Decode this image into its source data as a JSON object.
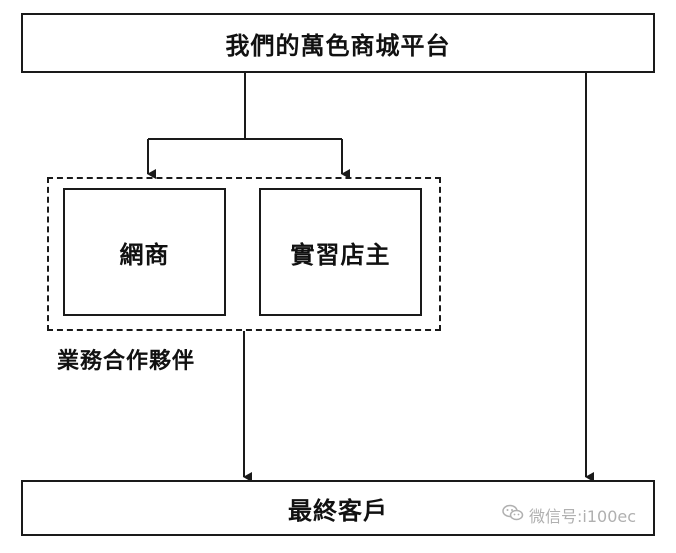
{
  "diagram": {
    "platform": "我們的萬色商城平台",
    "partners": {
      "online": "網商",
      "shop": "實習店主",
      "group_label": "業務合作夥伴"
    },
    "customer": "最終客戶"
  },
  "watermark": {
    "icon": "wechat-icon",
    "text": "微信号:i100ec"
  }
}
